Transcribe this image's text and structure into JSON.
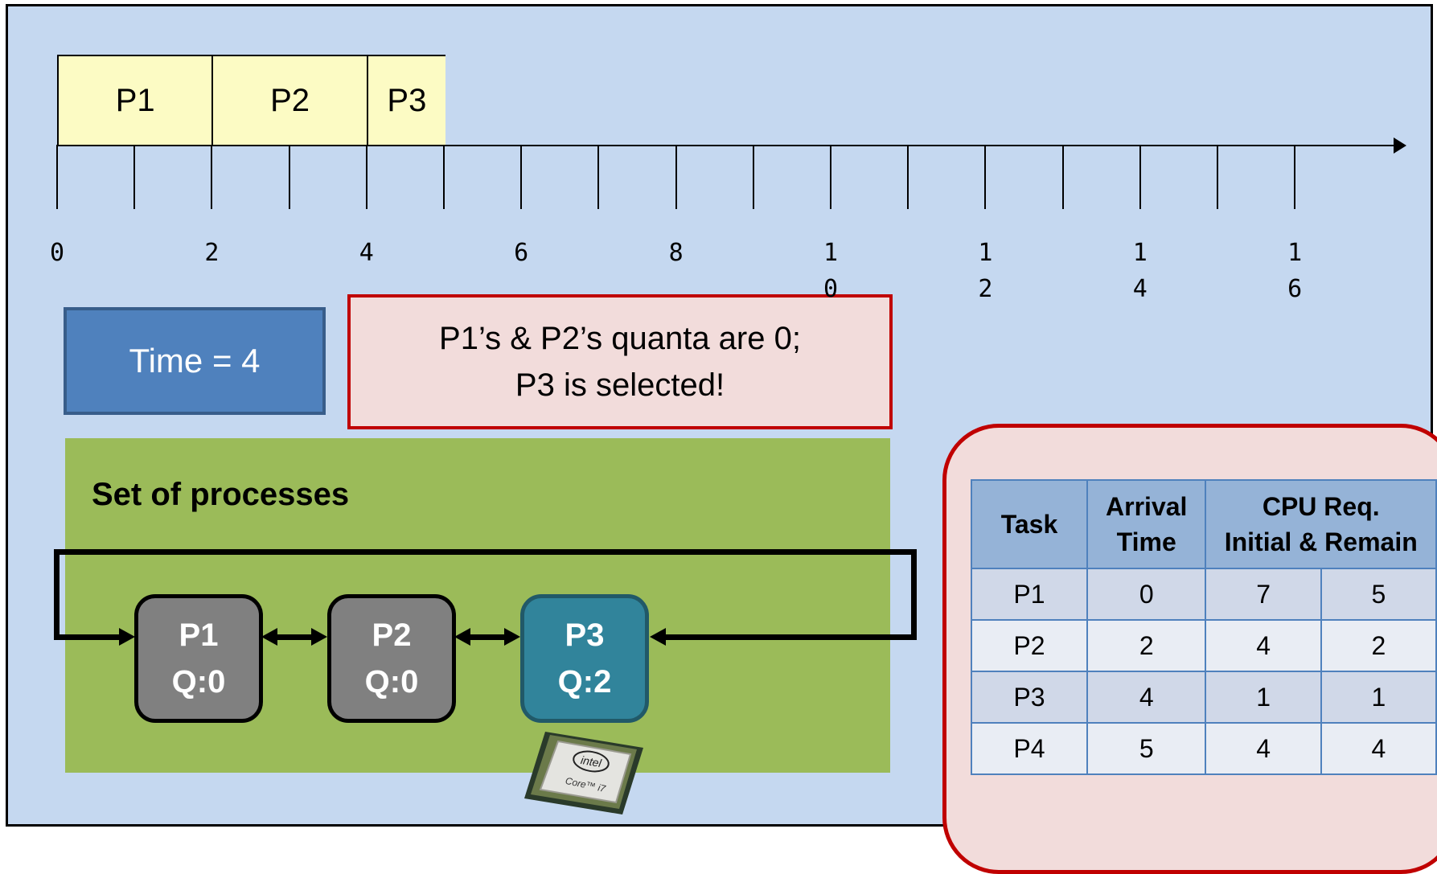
{
  "gantt": {
    "blocks": [
      {
        "label": "P1",
        "start": 0,
        "end": 2
      },
      {
        "label": "P2",
        "start": 2,
        "end": 4
      },
      {
        "label": "P3",
        "start": 4,
        "end": 5
      }
    ],
    "axis_max": 17,
    "tick_labels": [
      {
        "value": 0,
        "text": "0"
      },
      {
        "value": 2,
        "text": "2"
      },
      {
        "value": 4,
        "text": "4"
      },
      {
        "value": 6,
        "text": "6"
      },
      {
        "value": 8,
        "text": "8"
      },
      {
        "value": 10,
        "text": "1\n0"
      },
      {
        "value": 12,
        "text": "1\n2"
      },
      {
        "value": 14,
        "text": "1\n4"
      },
      {
        "value": 16,
        "text": "1\n6"
      }
    ]
  },
  "time_box": {
    "text": "Time = 4"
  },
  "message": {
    "line1": "P1’s & P2’s quanta are 0;",
    "line2": "P3 is selected!"
  },
  "process_set": {
    "title": "Set of processes",
    "processes": [
      {
        "name": "P1",
        "quantum": "Q:0",
        "state": "gray"
      },
      {
        "name": "P2",
        "quantum": "Q:0",
        "state": "gray"
      },
      {
        "name": "P3",
        "quantum": "Q:2",
        "state": "selected"
      }
    ],
    "cpu_chip": {
      "brand": "intel",
      "model": "Core™ i7",
      "icon": "cpu-chip-icon"
    }
  },
  "task_table": {
    "headers": {
      "task": "Task",
      "arrival_line1": "Arrival",
      "arrival_line2": "Time",
      "cpu_line1": "CPU Req.",
      "cpu_line2": "Initial & Remain"
    },
    "rows": [
      {
        "task": "P1",
        "arrival": "0",
        "initial": "7",
        "remain": "5"
      },
      {
        "task": "P2",
        "arrival": "2",
        "initial": "4",
        "remain": "2"
      },
      {
        "task": "P3",
        "arrival": "4",
        "initial": "1",
        "remain": "1"
      },
      {
        "task": "P4",
        "arrival": "5",
        "initial": "4",
        "remain": "4"
      }
    ]
  },
  "colors": {
    "background": "#c5d8f0",
    "gantt_block": "#fcfbc4",
    "time_box": "#4f81bd",
    "message_box": "#f2dcdb",
    "message_border": "#c00000",
    "process_panel": "#9bbb59",
    "process_gray": "#808080",
    "process_selected": "#31849b"
  }
}
